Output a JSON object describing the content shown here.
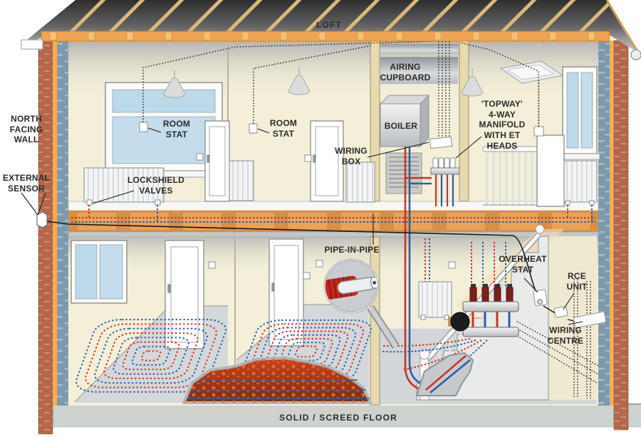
{
  "diagram": {
    "title": "House cutaway - underfloor heating system",
    "labels": {
      "loft": "LOFT",
      "north_facing_wall": "NORTH\nFACING\nWALL",
      "external_sensor": "EXTERNAL\nSENSOR",
      "room_stat_left": "ROOM\nSTAT",
      "room_stat_middle": "ROOM\nSTAT",
      "lockshield_valves": "LOCKSHIELD\nVALVES",
      "airing_cupboard": "AIRING\nCUPBOARD",
      "boiler": "BOILER",
      "wiring_box": "WIRING\nBOX",
      "manifold": "'TOPWAY'\n4-WAY\nMANIFOLD\nWITH ET\nHEADS",
      "pipe_in_pipe": "PIPE-IN-PIPE",
      "overheat_stat": "OVERHEAT\nSTAT",
      "rce_unit": "RCE\nUNIT",
      "wiring_centre": "WIRING\nCENTRE",
      "solid_screed_floor": "SOLID / SCREED FLOOR"
    },
    "colors": {
      "flow_pipe_red": "#c9342a",
      "return_pipe_blue": "#2e5da6",
      "cable_black": "#1a1a1a",
      "brick": "#b4674b",
      "insulation": "#f2ae58",
      "blockwork": "#7e99ac",
      "joists": "#e9a258",
      "wall_cream": "#f3efd8",
      "roof_slate": "#4a4a4a",
      "screed_band": "#ced2cf",
      "heated_screed": "#c8441c"
    }
  }
}
